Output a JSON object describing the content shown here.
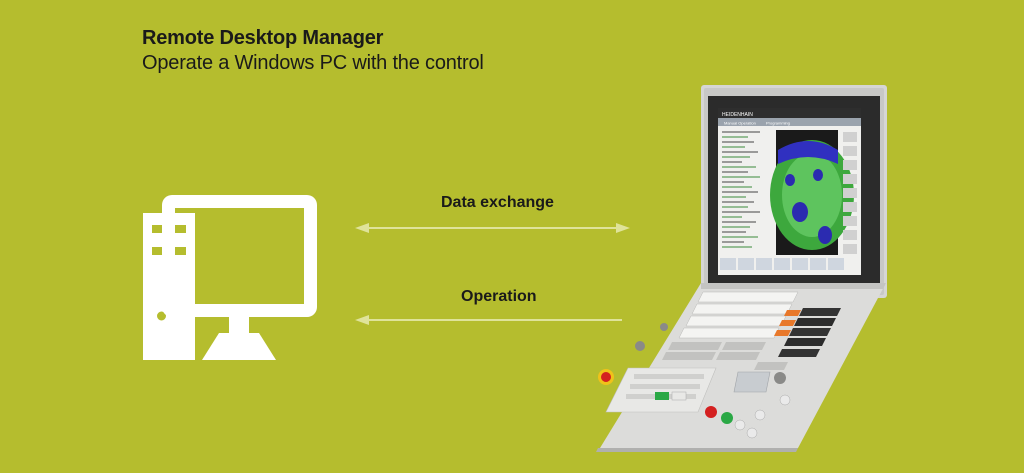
{
  "header": {
    "title": "Remote Desktop Manager",
    "subtitle": "Operate a Windows PC with the control"
  },
  "connections": [
    {
      "label": "Data exchange",
      "direction": "bidirectional"
    },
    {
      "label": "Operation",
      "direction": "to-pc"
    }
  ],
  "screen": {
    "brand": "HEIDENHAIN",
    "tab_left": "Manual Operation",
    "tab_right": "Programming"
  },
  "colors": {
    "background": "#b5bd2e",
    "icon": "#ffffff",
    "arrow": "#dfe39a"
  }
}
